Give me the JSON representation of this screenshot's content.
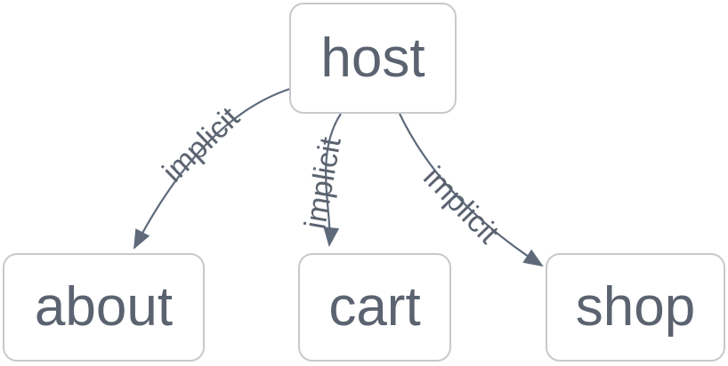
{
  "diagram": {
    "type": "graph",
    "direction": "top-down",
    "background_color": "#ffffff",
    "colors": {
      "node_fill": "#ffffff",
      "node_border": "#c7c9cc",
      "node_text": "#5b6370",
      "edge_stroke": "#5e6a7a",
      "edge_label_text": "#5b6370",
      "arrowhead_fill": "#5e6a7a"
    },
    "nodes": [
      {
        "id": "host",
        "label": "host"
      },
      {
        "id": "about",
        "label": "about"
      },
      {
        "id": "cart",
        "label": "cart"
      },
      {
        "id": "shop",
        "label": "shop"
      }
    ],
    "edges": [
      {
        "from": "host",
        "to": "about",
        "label": "implicit",
        "arrow": "filled-triangle"
      },
      {
        "from": "host",
        "to": "cart",
        "label": "implicit",
        "arrow": "filled-triangle"
      },
      {
        "from": "host",
        "to": "shop",
        "label": "implicit",
        "arrow": "filled-triangle"
      }
    ]
  }
}
